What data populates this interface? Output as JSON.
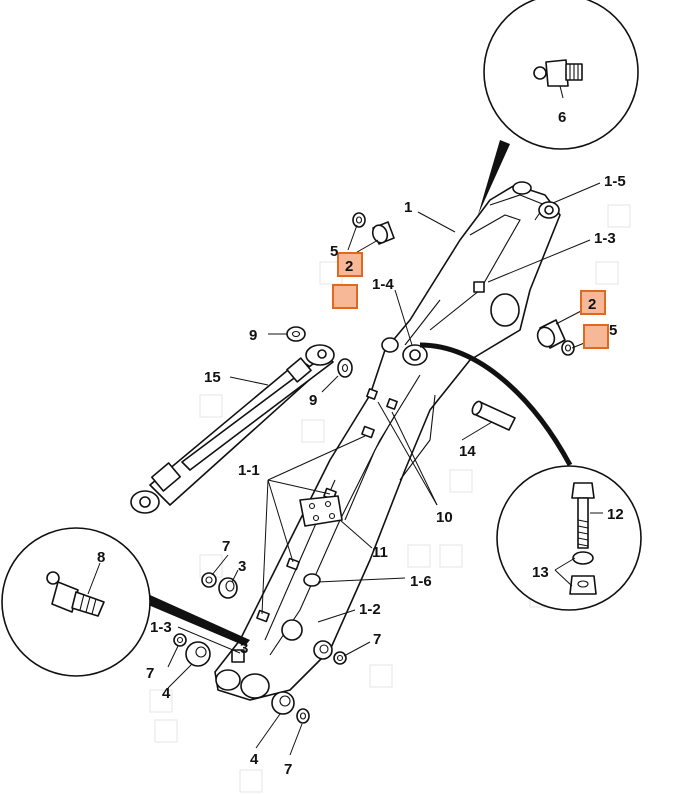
{
  "hotspot_color": "#e0681f",
  "hotspot_fill": "#f6b896",
  "callouts": {
    "c1": "1",
    "c1_5": "1-5",
    "c1_3a": "1-3",
    "c1_4": "1-4",
    "c2a": "2",
    "c5a": "5",
    "c2b": "2",
    "c5b": "5",
    "c9a": "9",
    "c9b": "9",
    "c15": "15",
    "c14": "14",
    "c10": "10",
    "c1_1": "1-1",
    "c11": "11",
    "c1_6": "1-6",
    "c1_2": "1-2",
    "c7a": "7",
    "c3a": "3",
    "c8": "8",
    "c1_3b": "1-3",
    "c3b": "3",
    "c7b": "7",
    "c7c": "7",
    "c4a": "4",
    "c4b": "4",
    "c7d": "7",
    "c6": "6",
    "c12": "12",
    "c13": "13"
  },
  "icons": {
    "grease_nipple_detail": "grease-nipple-icon",
    "bolt_detail": "bolt-icon",
    "grease_fitting_detail": "grease-fitting-icon"
  }
}
